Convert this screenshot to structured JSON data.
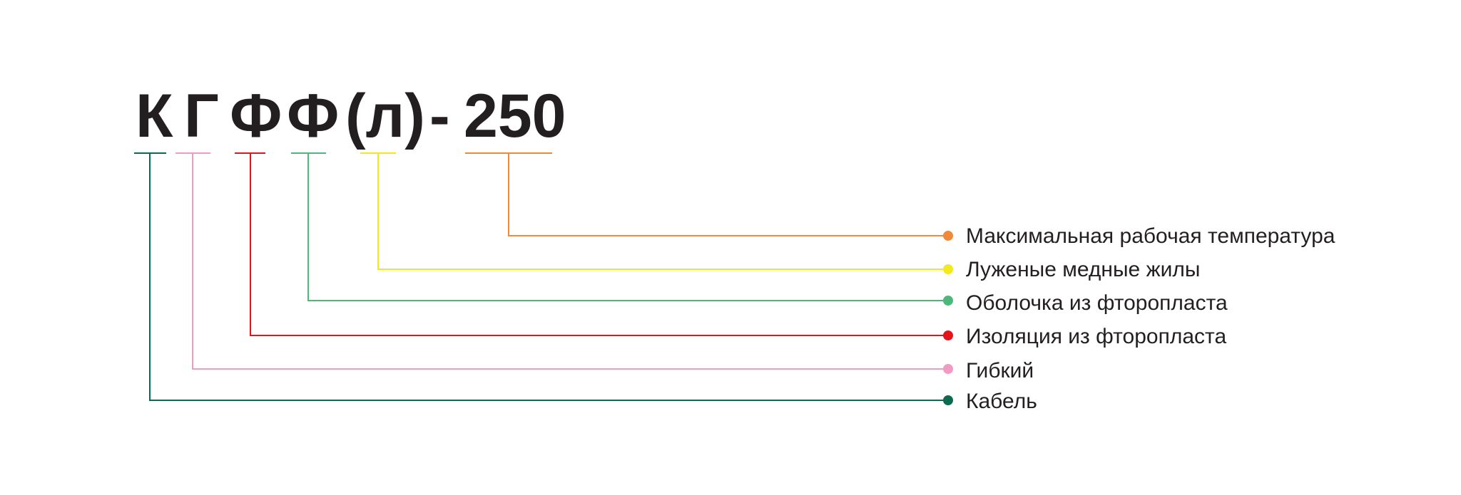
{
  "code": {
    "letters": [
      {
        "text": "К",
        "color": "#0b6a4f"
      },
      {
        "text": "Г",
        "color": "#f39ac3"
      },
      {
        "text": "Ф",
        "color": "#e3151b"
      },
      {
        "text": "Ф",
        "color": "#4cb87a"
      },
      {
        "text": "(л)",
        "color": "#f2ea1c"
      },
      {
        "text": "-",
        "color": null
      },
      {
        "text": "250",
        "color": "#f08a3a"
      }
    ]
  },
  "legend": [
    {
      "label": "Максимальная рабочая температура",
      "color": "#f08a3a"
    },
    {
      "label": "Луженые медные жилы",
      "color": "#f2ea1c"
    },
    {
      "label": "Оболочка из фторопласта",
      "color": "#4cb87a"
    },
    {
      "label": "Изоляция из фторопласта",
      "color": "#e3151b"
    },
    {
      "label": "Гибкий",
      "color": "#f39ac3"
    },
    {
      "label": "Кабель",
      "color": "#0b6a4f"
    }
  ]
}
